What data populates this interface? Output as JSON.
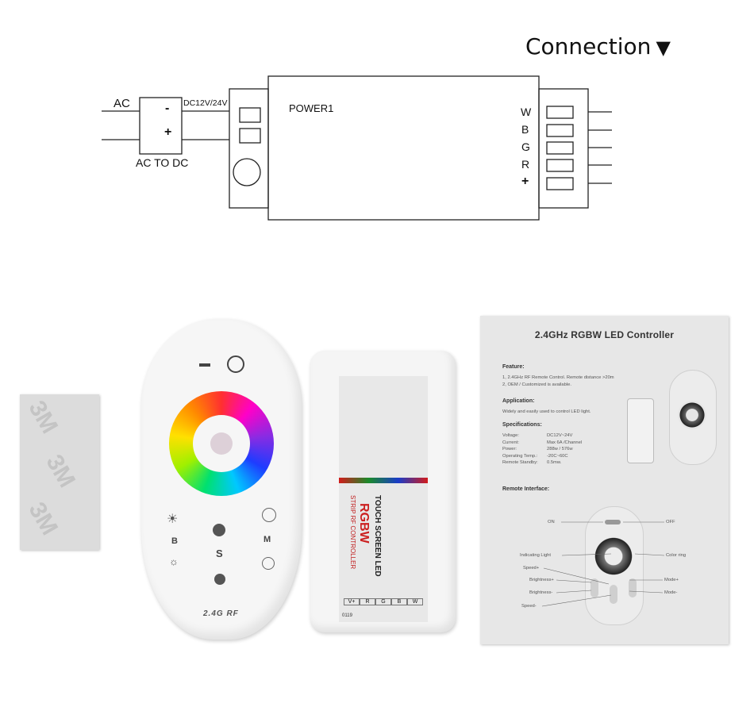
{
  "heading": {
    "text": "Connection",
    "arrow": "▼"
  },
  "wiring": {
    "ac_label": "AC",
    "minus_label": "-",
    "plus_label": "+",
    "dc_label": "DC12V/24V",
    "converter_label": "AC TO DC",
    "box_label": "POWER1",
    "outputs": [
      "W",
      "B",
      "G",
      "R",
      "+"
    ]
  },
  "controller": {
    "brand_strip": "TOUCH SCREEN LED",
    "rgbw": "RGBW",
    "strip_rf": "STRIP RF CONTROLLER",
    "terminals": [
      "V+",
      "R",
      "G",
      "B",
      "W"
    ],
    "model": "0119"
  },
  "remote": {
    "rf_label": "2.4G RF",
    "left_label": "B",
    "center_label": "S",
    "right_label": "M"
  },
  "tape_logo": "3M",
  "manual": {
    "title": "2.4GHz RGBW LED Controller",
    "feature_heading": "Feature:",
    "feature_lines": [
      "1, 2.4GHz RF Remote Control. Remote distance >20m",
      "2, OEM / Customized is available."
    ],
    "application_heading": "Application:",
    "application_text": "Widely and easily used to control LED light.",
    "specs_heading": "Specifications:",
    "specs": [
      {
        "k": "Voltage:",
        "v": "DC12V~24V"
      },
      {
        "k": "Current:",
        "v": "Max 6A /Channel"
      },
      {
        "k": "Power:",
        "v": "288w / 576w"
      },
      {
        "k": "Operating Temp.:",
        "v": "-20C~60C"
      },
      {
        "k": "Remote Standby:",
        "v": "0.5mw."
      }
    ],
    "remote_heading": "Remote Interface:",
    "labels": {
      "on": "ON",
      "off": "OFF",
      "indicating": "Indicating Light",
      "color_ring": "Color ring",
      "speed_plus": "Speed+",
      "brightness_plus": "Brightness+",
      "mode_plus": "Mode+",
      "brightness_minus": "Brightness-",
      "mode_minus": "Mode-",
      "speed_minus": "Speed-"
    }
  }
}
